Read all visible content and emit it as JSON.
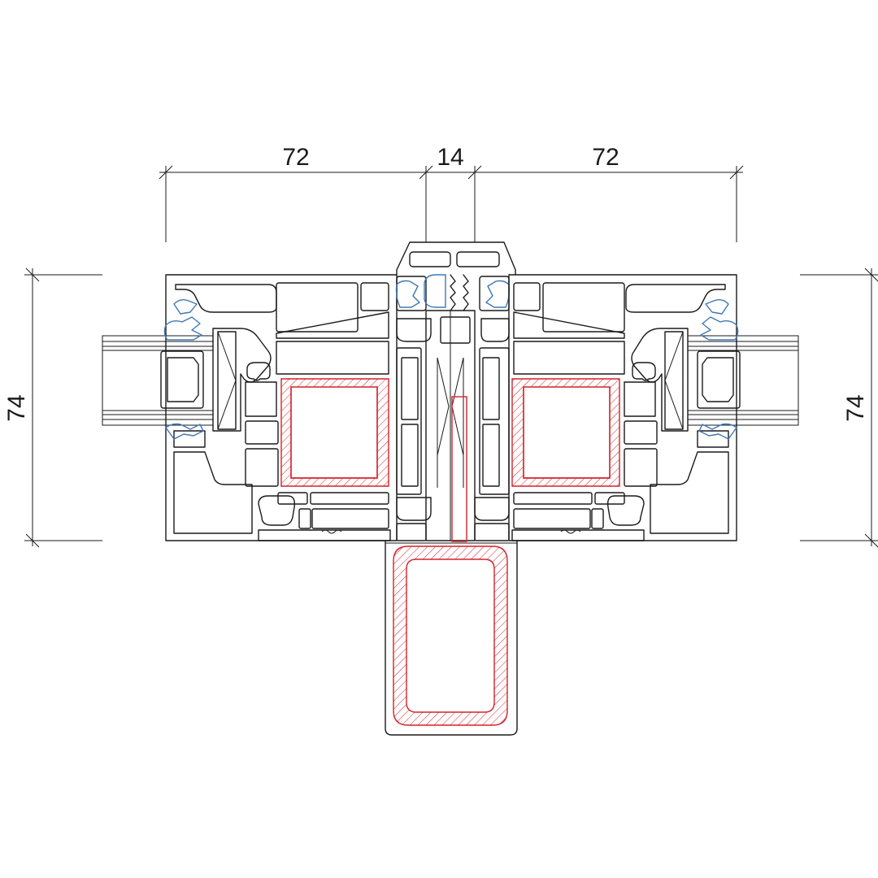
{
  "drawing": {
    "dimensions": {
      "left_width": "72",
      "mullion_width": "14",
      "right_width": "72",
      "left_height": "74",
      "right_height": "74"
    },
    "colors": {
      "outline": "#1a1a1a",
      "gasket": "#3f78b8",
      "steel_reinforcement": "#d2222a",
      "background": "#ffffff"
    }
  }
}
